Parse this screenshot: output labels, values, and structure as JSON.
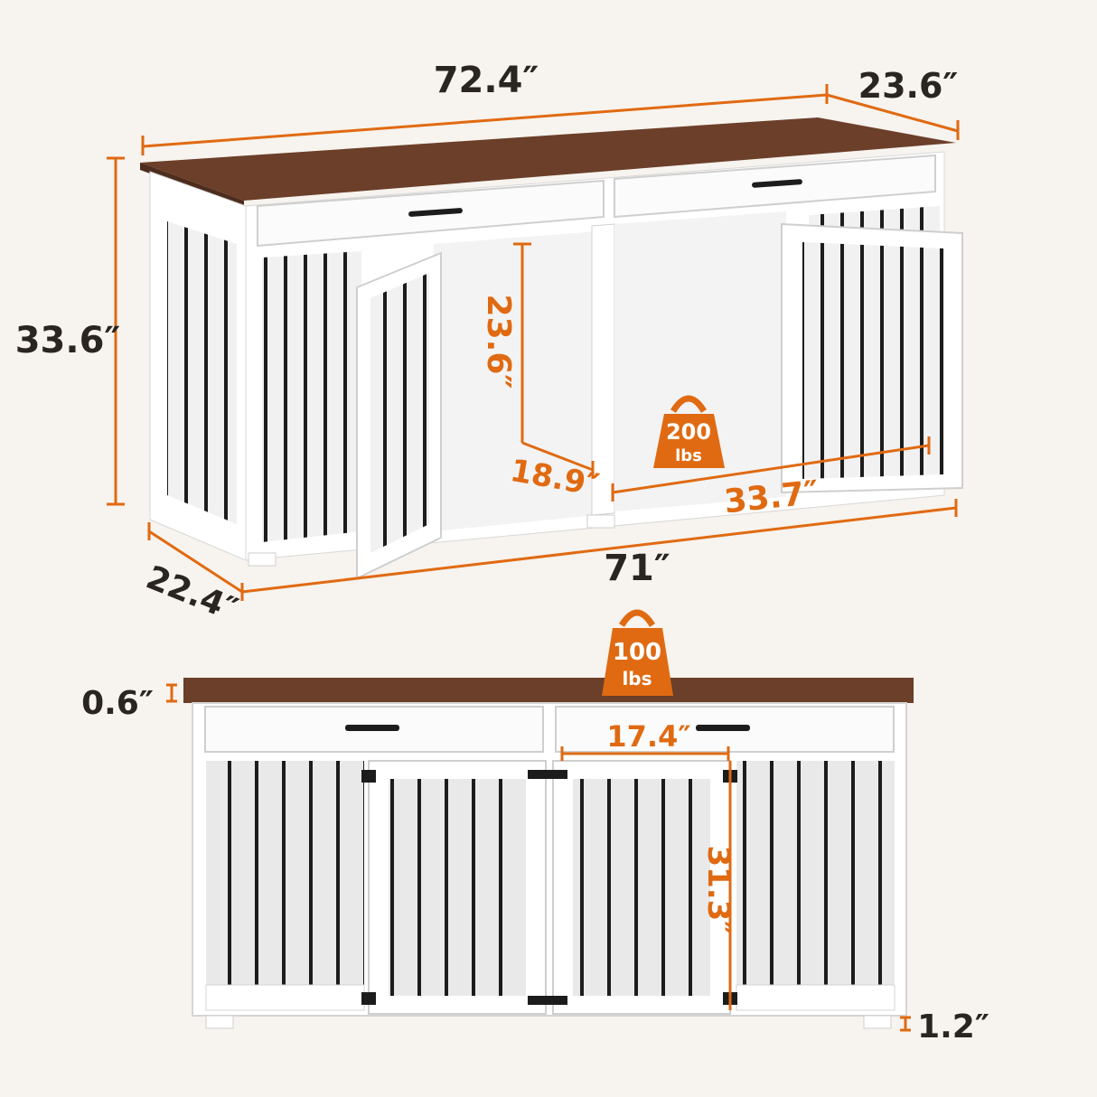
{
  "colors": {
    "background": "#f7f3ee",
    "dimension_line": "#e06a12",
    "walnut_top": "#6b3f2a",
    "cabinet_white": "#ffffff",
    "bars": "#1c1c1c",
    "label_dark": "#2a2521"
  },
  "top_view": {
    "dimensions": {
      "top_length": "72.4″",
      "top_depth": "23.6″",
      "height": "33.6″",
      "inner_height": "23.6″",
      "inner_depth": "18.9″",
      "inner_width": "33.7″",
      "base_length": "71″",
      "base_depth": "22.4″"
    },
    "weight_badge": {
      "value": "200",
      "unit": "lbs"
    }
  },
  "front_view": {
    "dimensions": {
      "top_thickness": "0.6″",
      "door_width": "17.4″",
      "door_height": "31.3″",
      "foot_height": "1.2″"
    },
    "weight_badge": {
      "value": "100",
      "unit": "lbs"
    }
  }
}
